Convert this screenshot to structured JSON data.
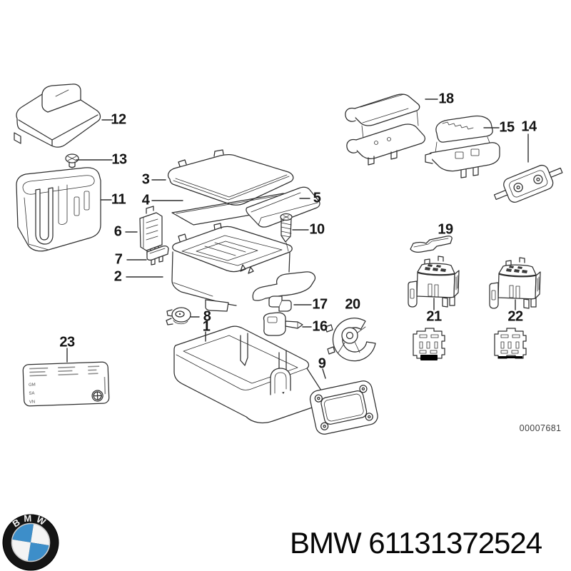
{
  "diagram": {
    "drawing_number": "00007681",
    "callouts": {
      "c1": {
        "label": "1"
      },
      "c2": {
        "label": "2"
      },
      "c3": {
        "label": "3"
      },
      "c4": {
        "label": "4"
      },
      "c5": {
        "label": "5"
      },
      "c6": {
        "label": "6"
      },
      "c7": {
        "label": "7"
      },
      "c8": {
        "label": "8"
      },
      "c9": {
        "label": "9"
      },
      "c10": {
        "label": "10"
      },
      "c11": {
        "label": "11"
      },
      "c12": {
        "label": "12"
      },
      "c13": {
        "label": "13"
      },
      "c14": {
        "label": "14"
      },
      "c15": {
        "label": "15"
      },
      "c16": {
        "label": "16"
      },
      "c17": {
        "label": "17"
      },
      "c18": {
        "label": "18"
      },
      "c19": {
        "label": "19"
      },
      "c20": {
        "label": "20"
      },
      "c21": {
        "label": "21"
      },
      "c22": {
        "label": "22"
      },
      "c23": {
        "label": "23"
      }
    },
    "label_plate": {
      "rows": [
        "GM",
        "SA",
        "VN"
      ]
    }
  },
  "footer": {
    "logo_text": "BMW",
    "part_number_text": "BMW 61131372524"
  },
  "colors": {
    "line": "#2e2e2e",
    "bmw_blue": "#3d8ec9",
    "drawing_number_gray": "#3f3f3f"
  }
}
